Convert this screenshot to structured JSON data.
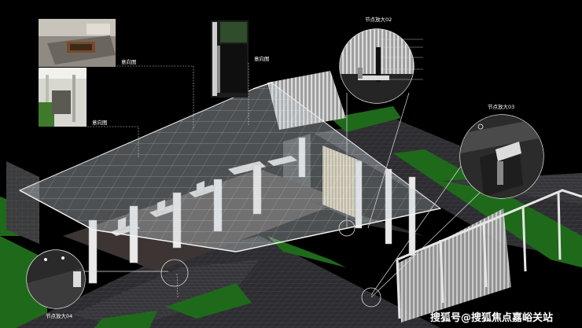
{
  "labels": {
    "view_1": "意向图",
    "view_2": "意向图",
    "view_3": "意向图",
    "node_02": "节点放大02",
    "node_03": "节点放大03",
    "node_04": "节点放大04"
  },
  "node_02_notes": [
    "",
    "",
    "",
    "",
    "",
    ""
  ],
  "node_02_dims": [
    "",
    "",
    "",
    ""
  ],
  "node_03_notes": [
    "",
    "",
    ""
  ],
  "node_04_notes": [
    "",
    "",
    "",
    ""
  ],
  "watermark": "搜狐号@搜狐焦点嘉峪关站",
  "colors": {
    "background": "#000000",
    "grass": "#1f6a1a",
    "paving": "#2f2f33",
    "structure": "#e4e4e4",
    "glass": "#c8d2d8",
    "leader": "#cfcfcf"
  }
}
